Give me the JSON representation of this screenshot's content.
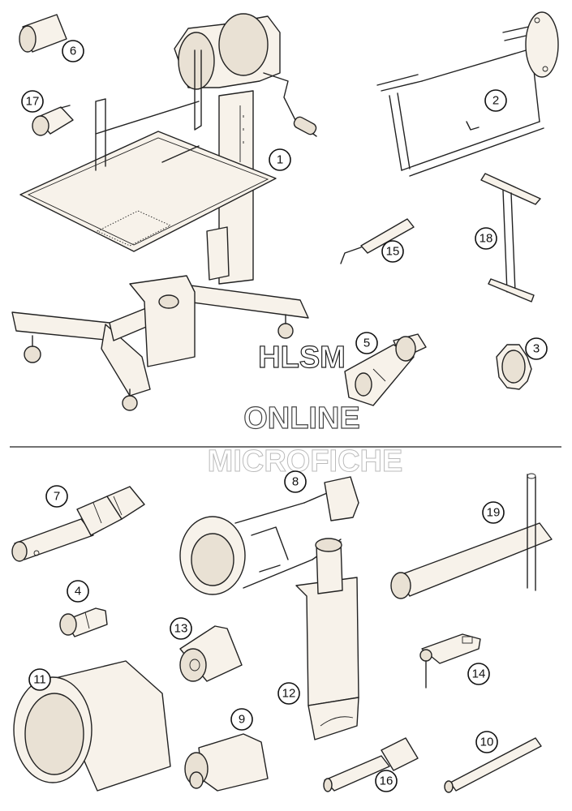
{
  "watermark": {
    "line1": "HLSM",
    "line2": "ONLINE",
    "line3": "MICROFICHE"
  },
  "callouts": [
    "1",
    "2",
    "3",
    "4",
    "5",
    "6",
    "7",
    "8",
    "9",
    "10",
    "11",
    "12",
    "13",
    "14",
    "15",
    "16",
    "17",
    "18",
    "19"
  ]
}
